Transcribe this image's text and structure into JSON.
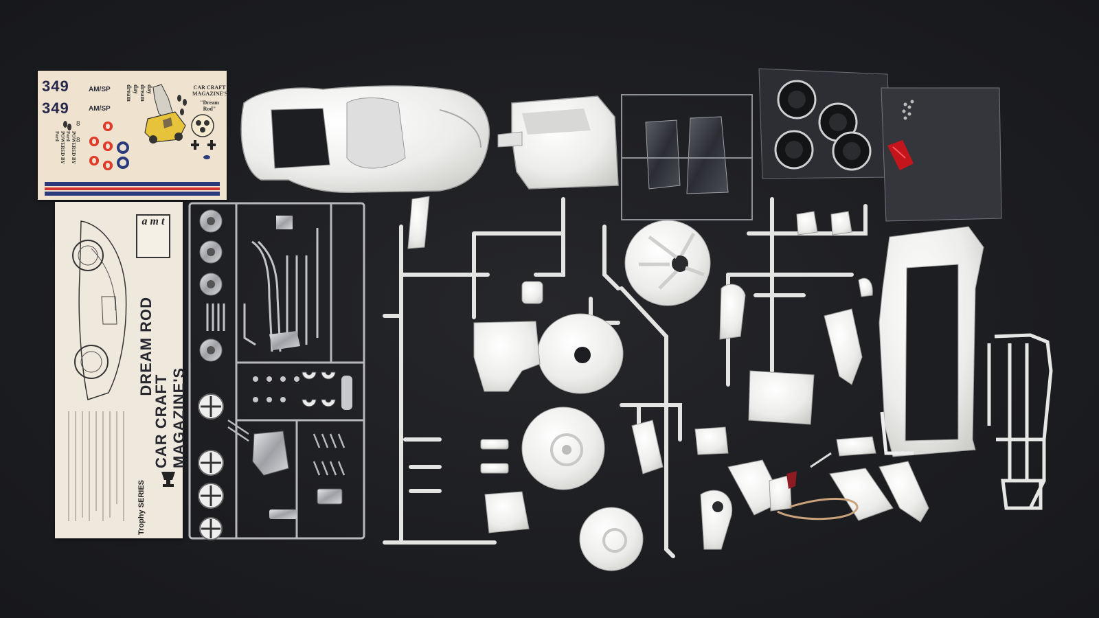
{
  "decal_sheet": {
    "numbers": [
      "349",
      "349"
    ],
    "class_labels": [
      "AM/SP",
      "AM/SP"
    ],
    "vertical_labels": [
      "day dream",
      "day dream"
    ],
    "magazine_title": "CAR CRAFT MAGAZINE'S",
    "magazine_subtitle": "\"Dream Rod\"",
    "powered_by": [
      "POWERED BY Ford",
      "POWERED BY Ford"
    ]
  },
  "instruction_sheet": {
    "title_line1": "CAR CRAFT MAGAZINE'S",
    "title_line2": "DREAM ROD",
    "logo": "a m t",
    "series": "Trophy SERIES"
  },
  "colors": {
    "background": "#1d1e22",
    "plastic_white": "#eeeeec",
    "chrome": "#c9cacd",
    "decal_paper": "#efe3cf",
    "decal_blue": "#2a3a7a",
    "decal_red": "#d0322c"
  }
}
